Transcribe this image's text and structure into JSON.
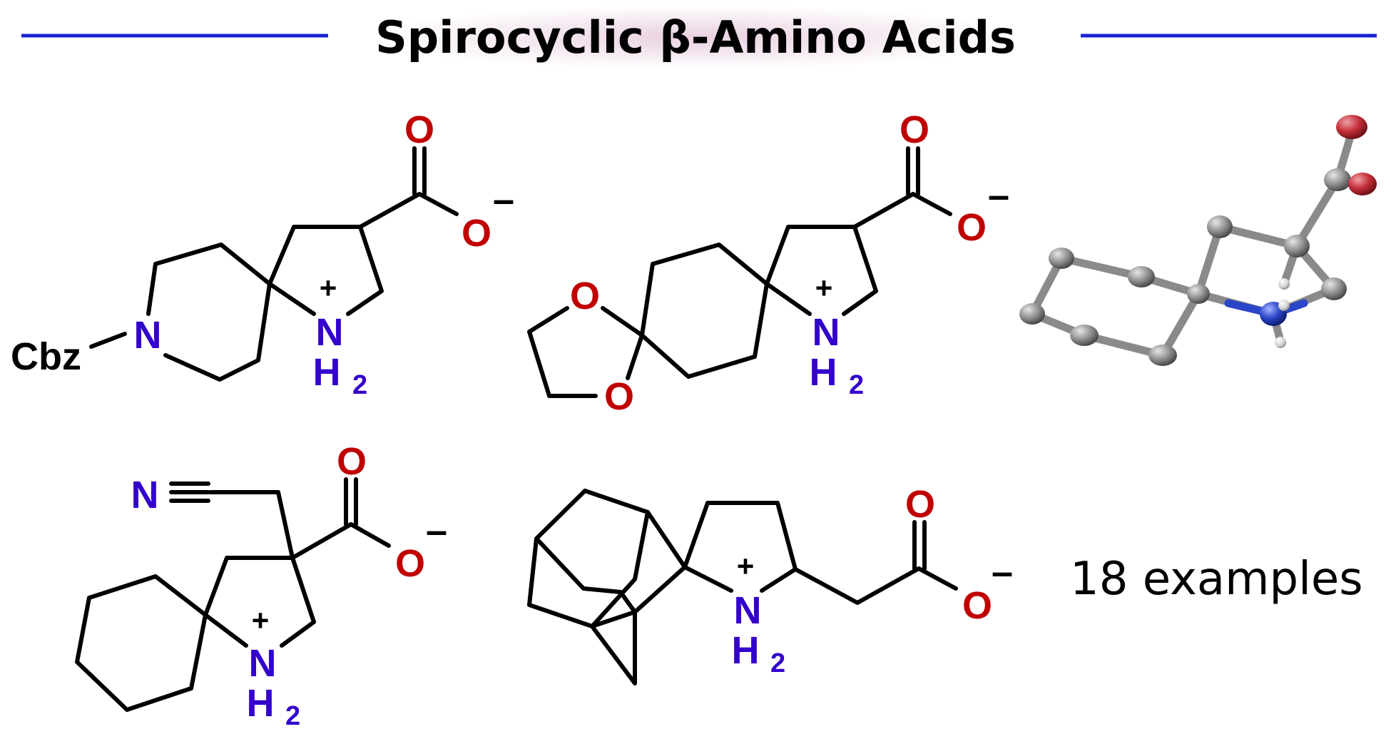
{
  "title": "Spirocyclic β-Amino Acids",
  "examples_label": "18 examples",
  "atoms": {
    "oxygen": "O",
    "nitrogen": "N",
    "hydrogen": "H",
    "subscript_two": "2",
    "plus": "+",
    "minus": "–",
    "protecting_group": "Cbz"
  },
  "colors": {
    "accent_line": "#1a22d6",
    "oxygen": "#c00000",
    "nitrogen": "#3300cc",
    "bond": "#000000",
    "carbon_ball": "#8c8c8c",
    "oxygen_ball": "#c4303a",
    "nitrogen_ball": "#2b46c8",
    "hydrogen_ball": "#d8d8d8"
  }
}
